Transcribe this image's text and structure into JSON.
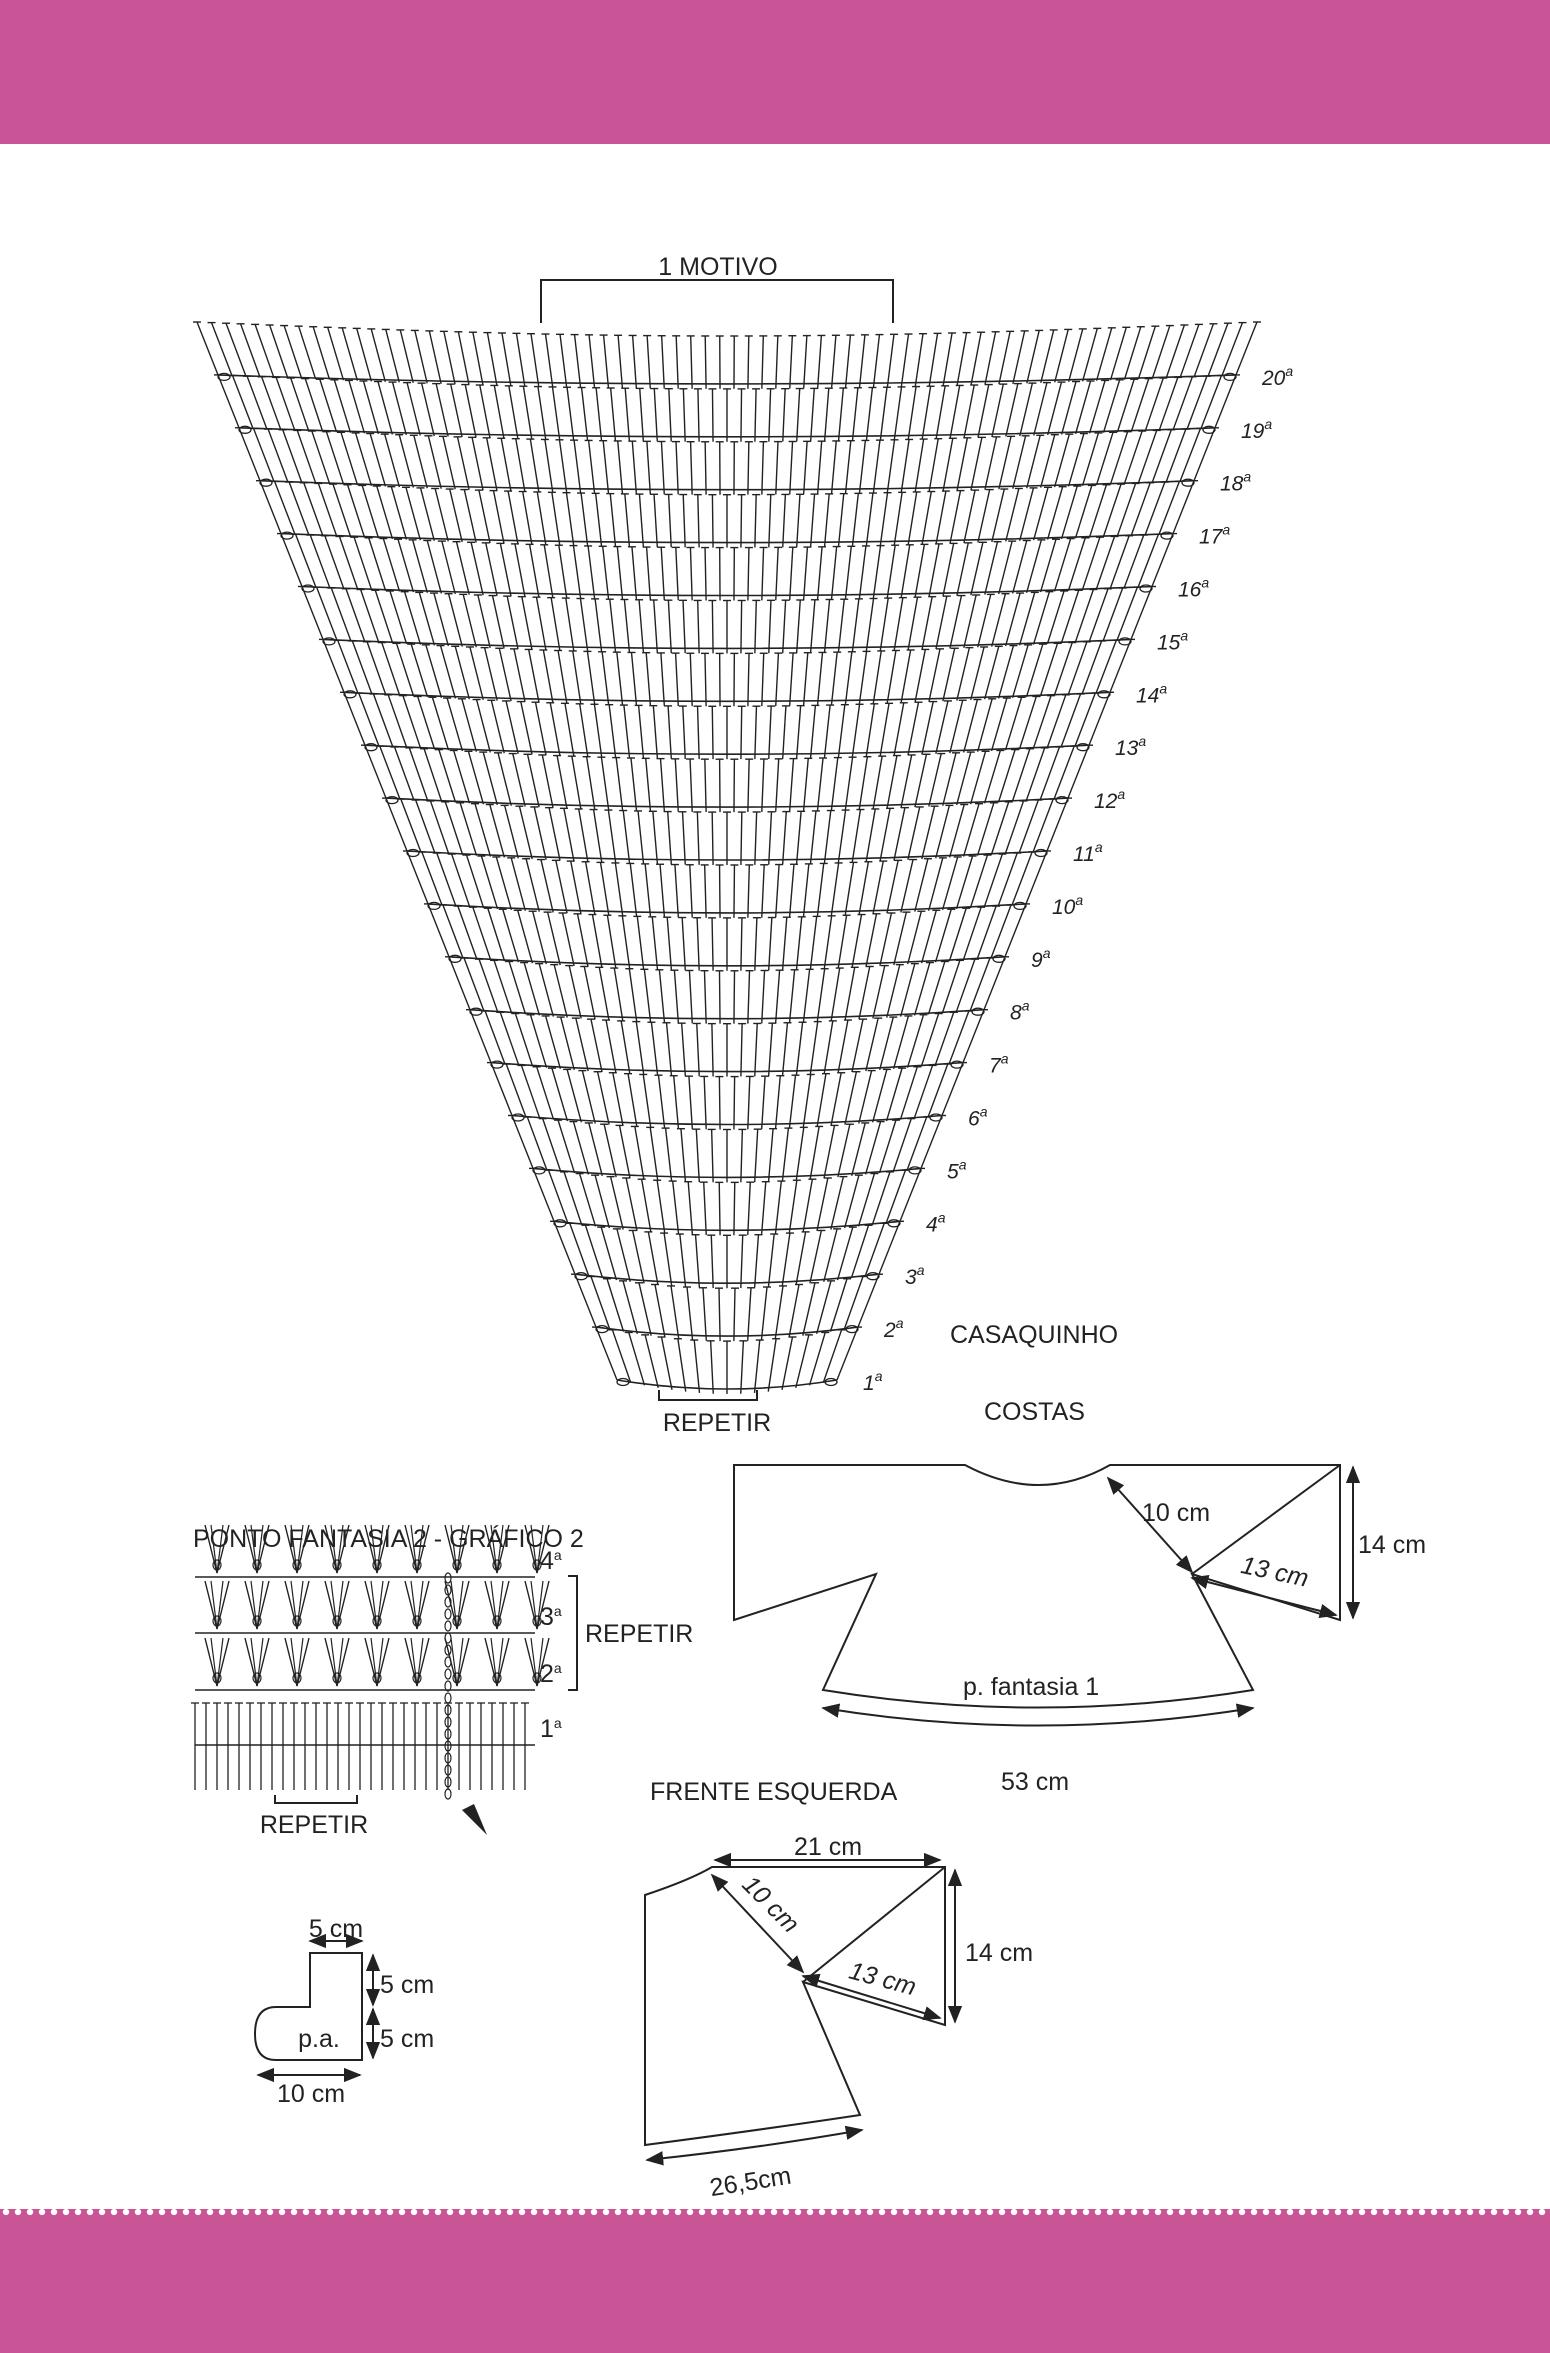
{
  "colors": {
    "band": "#c95597",
    "line": "#222222",
    "paper": "#ffffff"
  },
  "chart1": {
    "motivo_label": "1 MOTIVO",
    "repetir_label": "REPETIR",
    "rows": [
      "1",
      "2",
      "3",
      "4",
      "5",
      "6",
      "7",
      "8",
      "9",
      "10",
      "11",
      "12",
      "13",
      "14",
      "15",
      "16",
      "17",
      "18",
      "19",
      "20"
    ],
    "row_suffix": "a"
  },
  "chart2": {
    "title": "PONTO FANTASIA 2 - GRÁFICO 2",
    "repetir_side": "REPETIR",
    "repetir_bottom": "REPETIR",
    "rows": [
      "1",
      "2",
      "3",
      "4"
    ],
    "row_suffix": "a"
  },
  "garment": {
    "title": "CASAQUINHO"
  },
  "costas": {
    "title": "COSTAS",
    "neck": "10 cm",
    "sleeve": "13 cm",
    "height": "14 cm",
    "stitch": "p. fantasia 1",
    "width": "53 cm"
  },
  "frente": {
    "title": "FRENTE ESQUERDA",
    "top": "21 cm",
    "neck": "10 cm",
    "sleeve": "13 cm",
    "height": "14 cm",
    "bottom": "26,5cm"
  },
  "pa": {
    "top": "5 cm",
    "right_upper": "5 cm",
    "right_lower": "5 cm",
    "label": "p.a.",
    "bottom": "10 cm"
  }
}
